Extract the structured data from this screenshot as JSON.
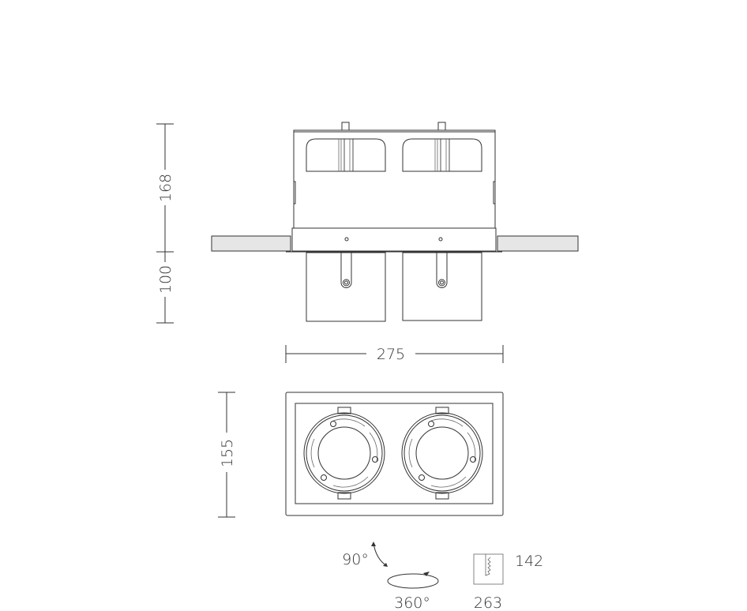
{
  "dimensions": {
    "height_above_ceiling": "168",
    "height_below_ceiling": "100",
    "width": "275",
    "depth": "155"
  },
  "adjustment": {
    "tilt": "90°",
    "rotation": "360°"
  },
  "cutout": {
    "height": "142",
    "width": "263"
  },
  "colors": {
    "line": "#333333",
    "ceiling": "#e6e6e6"
  }
}
